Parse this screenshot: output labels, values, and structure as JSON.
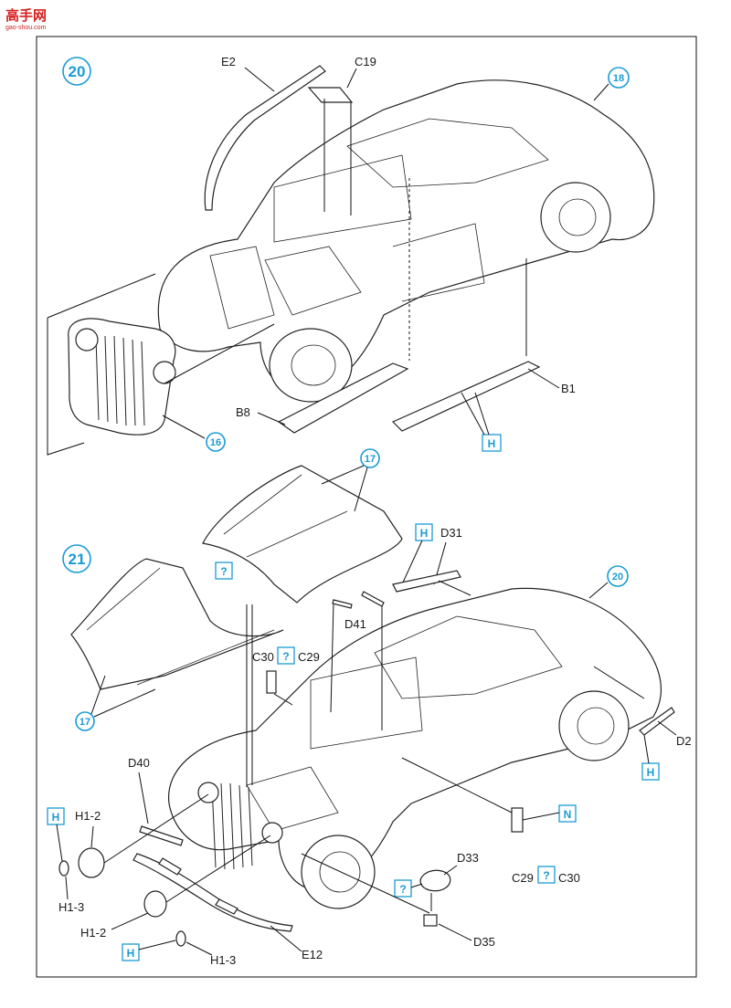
{
  "watermark": {
    "site": "高手网",
    "url": "gao-shou.com"
  },
  "steps": [
    {
      "number": "20",
      "reference": "18"
    },
    {
      "number": "21",
      "reference": "20"
    }
  ],
  "part_labels": {
    "e2": "E2",
    "c19": "C19",
    "b8": "B8",
    "b1": "B1",
    "d31": "D31",
    "d41": "D41",
    "c30_top": "C30",
    "c29_top": "C29",
    "d2": "D2",
    "d40": "D40",
    "h1_2_left": "H1-2",
    "h1_3_left": "H1-3",
    "h1_2_bottom": "H1-2",
    "h1_3_bottom": "H1-3",
    "e12": "E12",
    "d33": "D33",
    "d35": "D35",
    "c29_right": "C29",
    "c30_right": "C30"
  },
  "assembly_refs": {
    "grille_16": "16",
    "hood_17_top": "17",
    "fender_17_left": "17"
  },
  "color_marks": {
    "h_step20": "H",
    "h_d31": "H",
    "h_right": "H",
    "h_left": "H",
    "h_bottom": "H",
    "q_hood": "?",
    "q_c30": "?",
    "q_bottom": "?",
    "q_c29": "?",
    "n_right": "N"
  },
  "colors": {
    "accent": "#1a9bd6",
    "line": "#222222",
    "watermark": "#d42020"
  }
}
